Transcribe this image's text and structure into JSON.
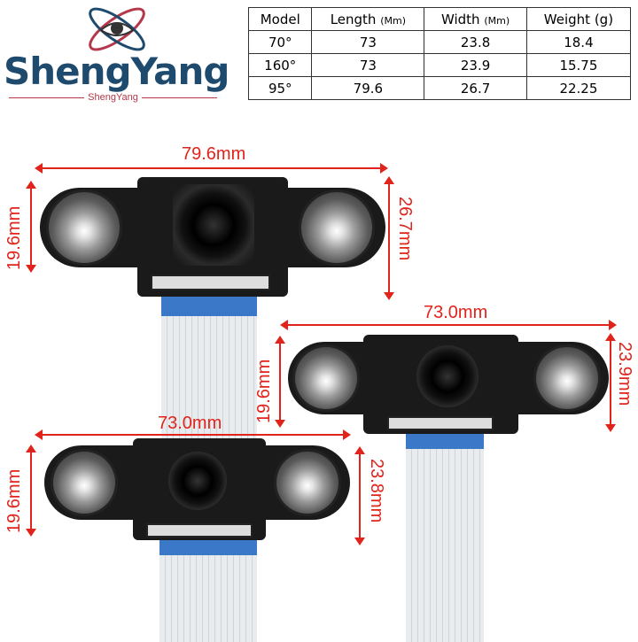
{
  "brand": {
    "name": "ShengYang",
    "subtitle": "ShengYang",
    "logo_icon": "eye-orbit-logo",
    "color": "#1e4a6e",
    "accent": "#b4374a"
  },
  "spec_table": {
    "headers": [
      "Model",
      "Length",
      "(Mm)",
      "Width",
      "(Mm)",
      "Weight (g)"
    ],
    "rows": [
      [
        "70°",
        "73",
        "23.8",
        "18.4"
      ],
      [
        "160°",
        "73",
        "23.9",
        "15.75"
      ],
      [
        "95°",
        "79.6",
        "26.7",
        "22.25"
      ]
    ]
  },
  "dimensions": {
    "cam95": {
      "length": "79.6mm",
      "height": "19.6mm",
      "width": "26.7mm"
    },
    "cam160": {
      "length": "73.0mm",
      "height": "19.6mm",
      "width": "23.9mm"
    },
    "cam70": {
      "length": "73.0mm",
      "height": "19.6mm",
      "width": "23.8mm"
    },
    "color": "#e0241b"
  }
}
